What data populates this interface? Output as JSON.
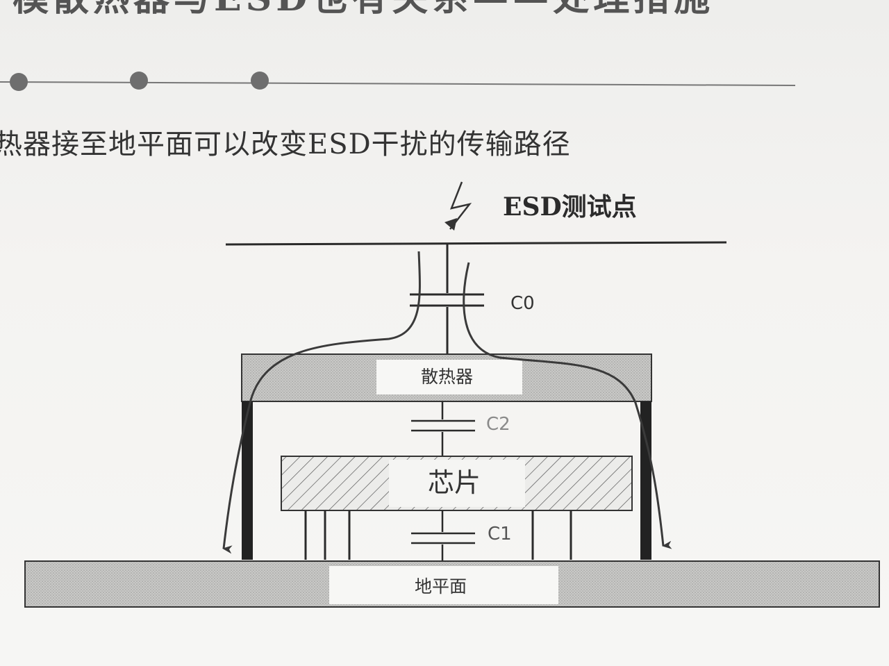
{
  "title_fragment": "模散热器与ESD也有关系——处理措施",
  "subtitle": "热器接至地平面可以改变ESD干扰的传输路径",
  "diagram": {
    "esd_test_point": "ESD测试点",
    "capacitors": {
      "c0": "C0",
      "c2": "C2",
      "c1": "C1"
    },
    "heatsink": "散热器",
    "chip": "芯片",
    "ground_plane": "地平面"
  },
  "colors": {
    "line": "#2a2a2a",
    "hatched_fill": "#d9d9d9",
    "plate_gray": "#bdbdbd",
    "label_box": "#f7f7f5"
  },
  "icons": [
    "lightning-bolt-icon"
  ]
}
